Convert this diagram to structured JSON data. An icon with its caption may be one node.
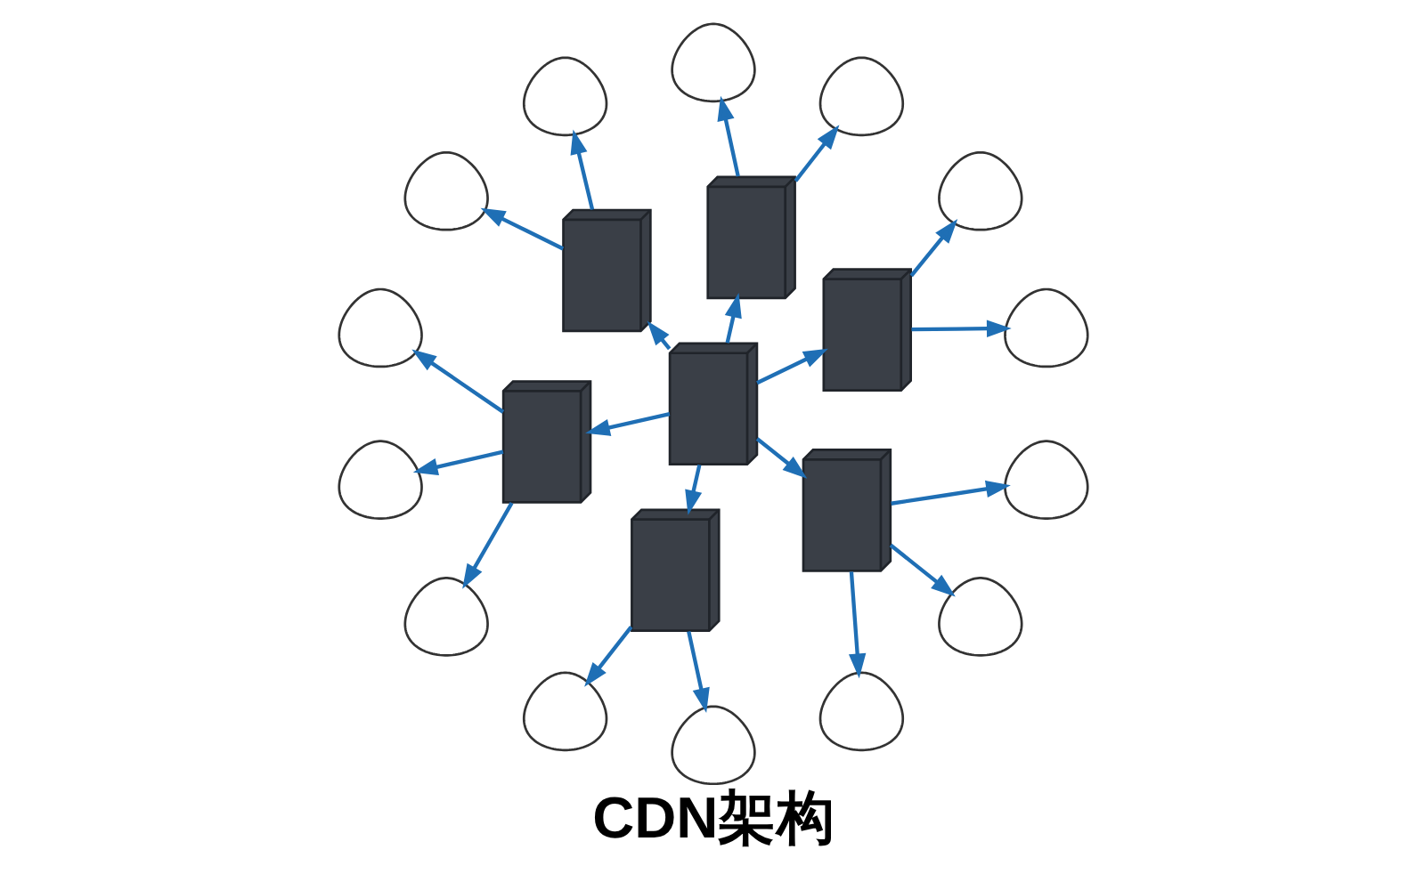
{
  "diagram": {
    "caption": "CDN架构",
    "nodes": [
      {
        "text": [],
        "shape": "picture"
      },
      {
        "text": [],
        "shape": "picture"
      },
      {
        "text": [],
        "shape": "picture"
      },
      {
        "text": [],
        "shape": "picture"
      },
      {
        "text": [],
        "shape": "picture"
      },
      {
        "text": [],
        "shape": "picture"
      },
      {
        "text": [],
        "shape": "picture"
      },
      {
        "text": [],
        "shape": "person"
      },
      {
        "text": [],
        "shape": "person"
      },
      {
        "text": [],
        "shape": "person"
      },
      {
        "text": [],
        "shape": "person"
      },
      {
        "text": [],
        "shape": "person"
      },
      {
        "text": [],
        "shape": "person"
      },
      {
        "text": [],
        "shape": "person"
      },
      {
        "text": [],
        "shape": "person"
      },
      {
        "text": [],
        "shape": "person"
      },
      {
        "text": [],
        "shape": "person"
      },
      {
        "text": [],
        "shape": "person"
      },
      {
        "text": [],
        "shape": "person"
      },
      {
        "text": [],
        "shape": "person"
      },
      {
        "text": [],
        "shape": "person"
      }
    ],
    "edges": [
      {
        "from": 0,
        "to": 1,
        "arrow": "to"
      },
      {
        "from": 0,
        "to": 2,
        "arrow": "to"
      },
      {
        "from": 0,
        "to": 3,
        "arrow": "to"
      },
      {
        "from": 0,
        "to": 4,
        "arrow": "to"
      },
      {
        "from": 0,
        "to": 5,
        "arrow": "to"
      },
      {
        "from": 0,
        "to": 6,
        "arrow": "to"
      },
      {
        "from": 1,
        "to": 7,
        "arrow": "to"
      },
      {
        "from": 1,
        "to": 8,
        "arrow": "to"
      },
      {
        "from": 2,
        "to": 9,
        "arrow": "to"
      },
      {
        "from": 2,
        "to": 10,
        "arrow": "to"
      },
      {
        "from": 3,
        "to": 11,
        "arrow": "to"
      },
      {
        "from": 3,
        "to": 12,
        "arrow": "to"
      },
      {
        "from": 4,
        "to": 13,
        "arrow": "to"
      },
      {
        "from": 4,
        "to": 14,
        "arrow": "to"
      },
      {
        "from": 4,
        "to": 15,
        "arrow": "to"
      },
      {
        "from": 5,
        "to": 16,
        "arrow": "to"
      },
      {
        "from": 5,
        "to": 17,
        "arrow": "to"
      },
      {
        "from": 6,
        "to": 18,
        "arrow": "to"
      },
      {
        "from": 6,
        "to": 19,
        "arrow": "to"
      },
      {
        "from": 6,
        "to": 20,
        "arrow": "to"
      }
    ]
  }
}
